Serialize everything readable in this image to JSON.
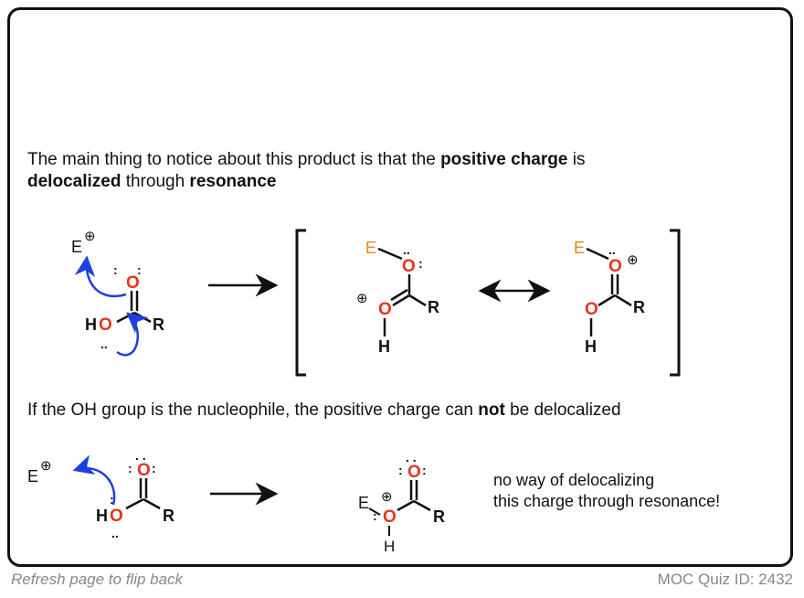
{
  "intro": {
    "p1": "The main thing to notice about this product is that the ",
    "b1": "positive charge",
    "p2": " is",
    "b2": "delocalized",
    "p3": " through ",
    "b3": "resonance"
  },
  "second": {
    "p1": "If the OH group is the nucleophile, the positive charge can ",
    "b1": "not",
    "p2": " be delocalized"
  },
  "note": {
    "line1": "no way of delocalizing",
    "line2": "this charge through resonance!"
  },
  "footer": {
    "left": "Refresh page to flip back",
    "right": "MOC Quiz ID: 2432"
  },
  "atoms": {
    "E": "E",
    "O": "O",
    "H": "H",
    "R": "R",
    "HO_H": "H",
    "plus": "⊕"
  },
  "colors": {
    "oxygen": "#e8341c",
    "electrophile": "#e8821a",
    "arrow": "#1f3fe0",
    "text": "#111111",
    "footer": "#888888"
  }
}
